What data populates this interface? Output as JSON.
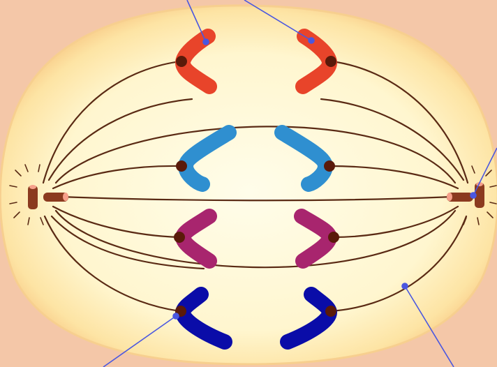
{
  "colors": {
    "background": "#f4c7a8",
    "cell_center": "#fffbe0",
    "cell_edge": "#fbd79a",
    "spindle_fiber": "#5a2a14",
    "centromere": "#5a1a0a",
    "centriole": "#8b3a1f",
    "centriole_end": "#f6a08a",
    "pointer_line": "#4a57e0",
    "chromatid_red": "#e8442a",
    "chromatid_lightblue": "#2f8fd0",
    "chromatid_magenta": "#a8256e",
    "chromatid_navy": "#0a0ca8"
  },
  "icons": {
    "left_pole": "centriole-pair-icon",
    "right_pole": "centriole-pair-icon"
  },
  "chromosome_pairs": [
    {
      "color_key": "chromatid_red"
    },
    {
      "color_key": "chromatid_lightblue"
    },
    {
      "color_key": "chromatid_magenta"
    },
    {
      "color_key": "chromatid_navy"
    }
  ]
}
